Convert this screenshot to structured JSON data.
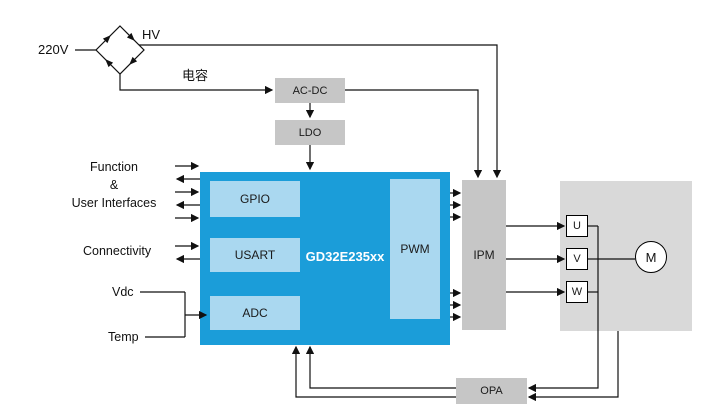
{
  "colors": {
    "mcu_blue": "#1b9dd9",
    "peripheral_blue": "#aad8f0",
    "block_gray": "#c6c6c6",
    "motor_area_gray": "#d9d9d9",
    "line": "#111111",
    "mcu_text": "#ffffff"
  },
  "power_chain": {
    "mains": "220V",
    "hv": "HV",
    "capacitor": "电容",
    "acdc": "AC-DC",
    "ldo": "LDO"
  },
  "mcu": {
    "name": "GD32E235xx",
    "gpio": "GPIO",
    "usart": "USART",
    "adc": "ADC",
    "pwm": "PWM"
  },
  "io_labels": {
    "function_1": "Function",
    "function_2": "&",
    "function_3": "User Interfaces",
    "connectivity": "Connectivity",
    "vdc": "Vdc",
    "temp": "Temp"
  },
  "drive": {
    "ipm": "IPM",
    "phase_u": "U",
    "phase_v": "V",
    "phase_w": "W",
    "motor": "M",
    "opa": "OPA"
  }
}
